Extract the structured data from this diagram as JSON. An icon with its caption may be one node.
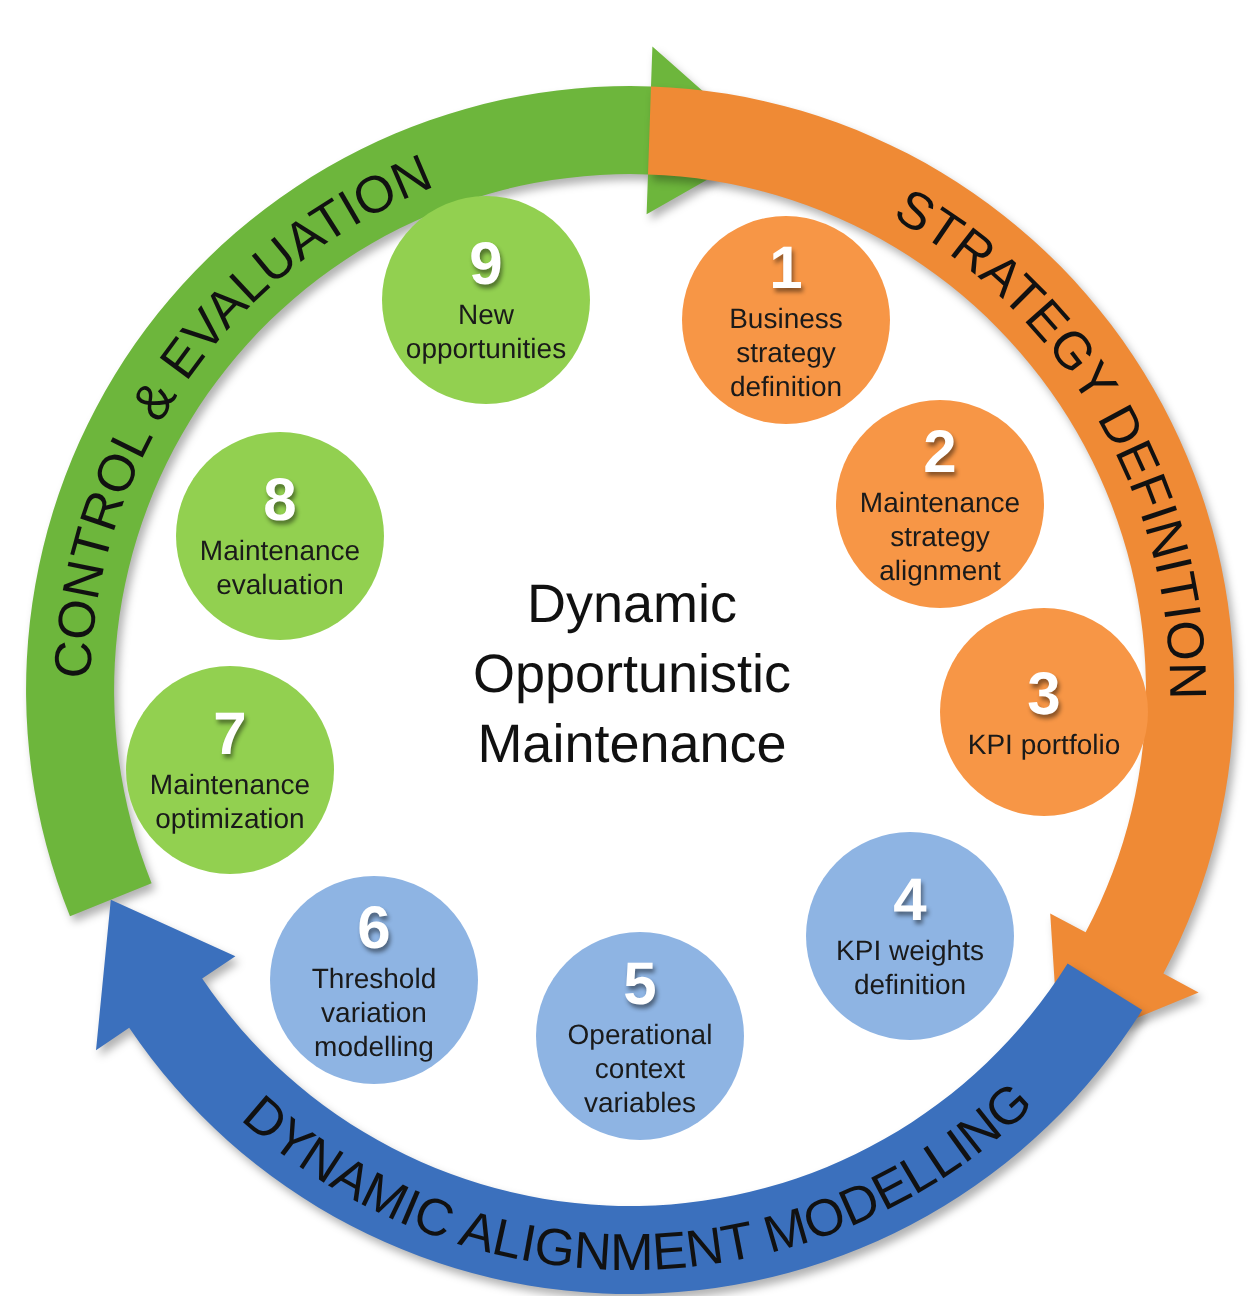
{
  "diagram": {
    "title": "Dynamic Opportunistic Maintenance",
    "nodes": [
      {
        "text": [
          "1",
          "Business strategy definition"
        ]
      },
      {
        "text": [
          "2",
          "Maintenance strategy alignment"
        ]
      },
      {
        "text": [
          "3",
          "KPI portfolio"
        ]
      },
      {
        "text": [
          "4",
          "KPI weights definition"
        ]
      },
      {
        "text": [
          "5",
          "Operational context variables"
        ]
      },
      {
        "text": [
          "6",
          "Threshold variation modelling"
        ]
      },
      {
        "text": [
          "7",
          "Maintenance optimization"
        ]
      },
      {
        "text": [
          "8",
          "Maintenance evaluation"
        ]
      },
      {
        "text": [
          "9",
          "New opportunities"
        ]
      },
      {
        "text": [
          "STRATEGY DEFINITION"
        ]
      },
      {
        "text": [
          "DYNAMIC ALIGNMENT MODELLING"
        ]
      },
      {
        "text": [
          "CONTROL & EVALUATION"
        ]
      }
    ]
  }
}
